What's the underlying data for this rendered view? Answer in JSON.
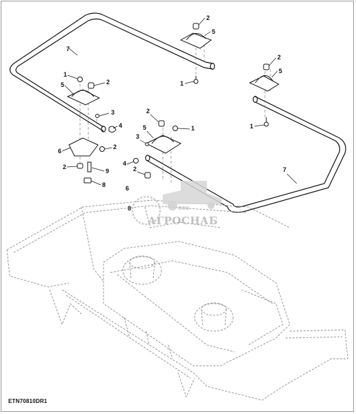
{
  "drawing_id": "ETN70810DR1",
  "watermark": {
    "company": "ООО",
    "name": "АГРОСНАБ"
  },
  "callouts": {
    "r_top_2": "2",
    "r_top_5": "5",
    "r_top_1": "1",
    "r_right_2": "2",
    "r_right_5": "5",
    "r_right_1": "1",
    "r_left_7": "7",
    "r_right_7": "7",
    "l_top_1": "1",
    "l_top_2": "2",
    "l_top_5": "5",
    "l_3": "3",
    "l_4": "4",
    "l_6": "6",
    "l_2b": "2",
    "l_2c": "2",
    "l_9": "9",
    "l_8": "8",
    "m_2": "2",
    "m_5": "5",
    "m_1": "1",
    "m_3": "3",
    "m_4": "4",
    "m_2b": "2",
    "m_6": "6",
    "m_8": "8"
  },
  "colors": {
    "line": "#111111",
    "dashed": "#8a8a8a",
    "watermark": "#b0b0b0"
  }
}
